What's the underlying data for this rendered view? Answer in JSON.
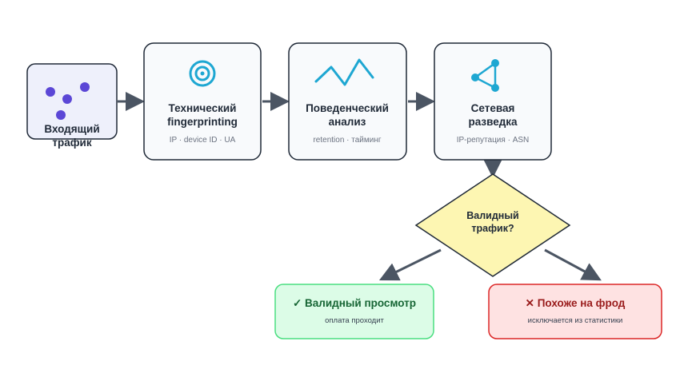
{
  "colors": {
    "accent": "#1ea7d2",
    "dots": "#5b47d6",
    "arrow": "#4b5563",
    "source_fill": "#eef0fb",
    "decision_fill": "#fdf6b2",
    "valid_fill": "#dcfce7",
    "valid_border": "#4ade80",
    "fraud_fill": "#fee2e2",
    "fraud_border": "#dc2626"
  },
  "source": {
    "label_line1": "Входящий",
    "label_line2": "трафик"
  },
  "steps": [
    {
      "icon": "target-icon",
      "title_line1": "Технический",
      "title_line2": "fingerprinting",
      "subtitle": "IP · device ID · UA"
    },
    {
      "icon": "zigzag-icon",
      "title_line1": "Поведенческий",
      "title_line2": "анализ",
      "subtitle": "retention · тайминг"
    },
    {
      "icon": "network-icon",
      "title_line1": "Сетевая",
      "title_line2": "разведка",
      "subtitle": "IP-репутация · ASN"
    }
  ],
  "decision": {
    "line1": "Валидный",
    "line2": "трафик?"
  },
  "outcomes": {
    "valid": {
      "title": "✓ Валидный просмотр",
      "subtitle": "оплата проходит"
    },
    "fraud": {
      "title": "✕ Похоже на фрод",
      "subtitle": "исключается из статистики"
    }
  }
}
